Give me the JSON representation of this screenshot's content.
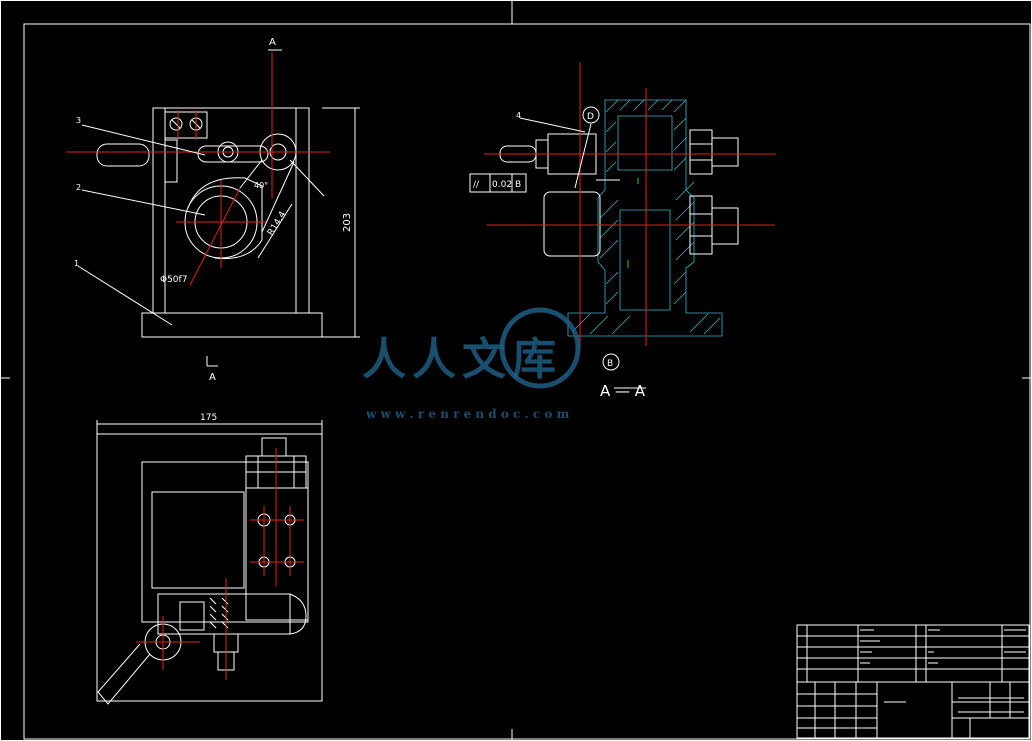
{
  "labels": {
    "section_mark": "A",
    "dim_width": "175",
    "dim_height": "203",
    "dim_dia_50": "Φ50f7",
    "dim_angle": "40°",
    "dim_r": "R14.4",
    "leader_1": "1",
    "leader_2": "2",
    "leader_3": "3",
    "leader_4": "4",
    "callout_d": "D",
    "callout_b": "B",
    "tolerance_sym": "//",
    "tolerance_val": "0.02",
    "tolerance_ref": "B",
    "section_title": "A — A"
  },
  "watermark": {
    "chars": "人人文库",
    "url": "w w w . r e n r e n d o c . c o m"
  },
  "colors": {
    "line": "#ffffff",
    "centerline": "#e0201e",
    "hatch": "#35b7c9",
    "accent": "#2ecc40",
    "watermark": "#1d5d82"
  }
}
